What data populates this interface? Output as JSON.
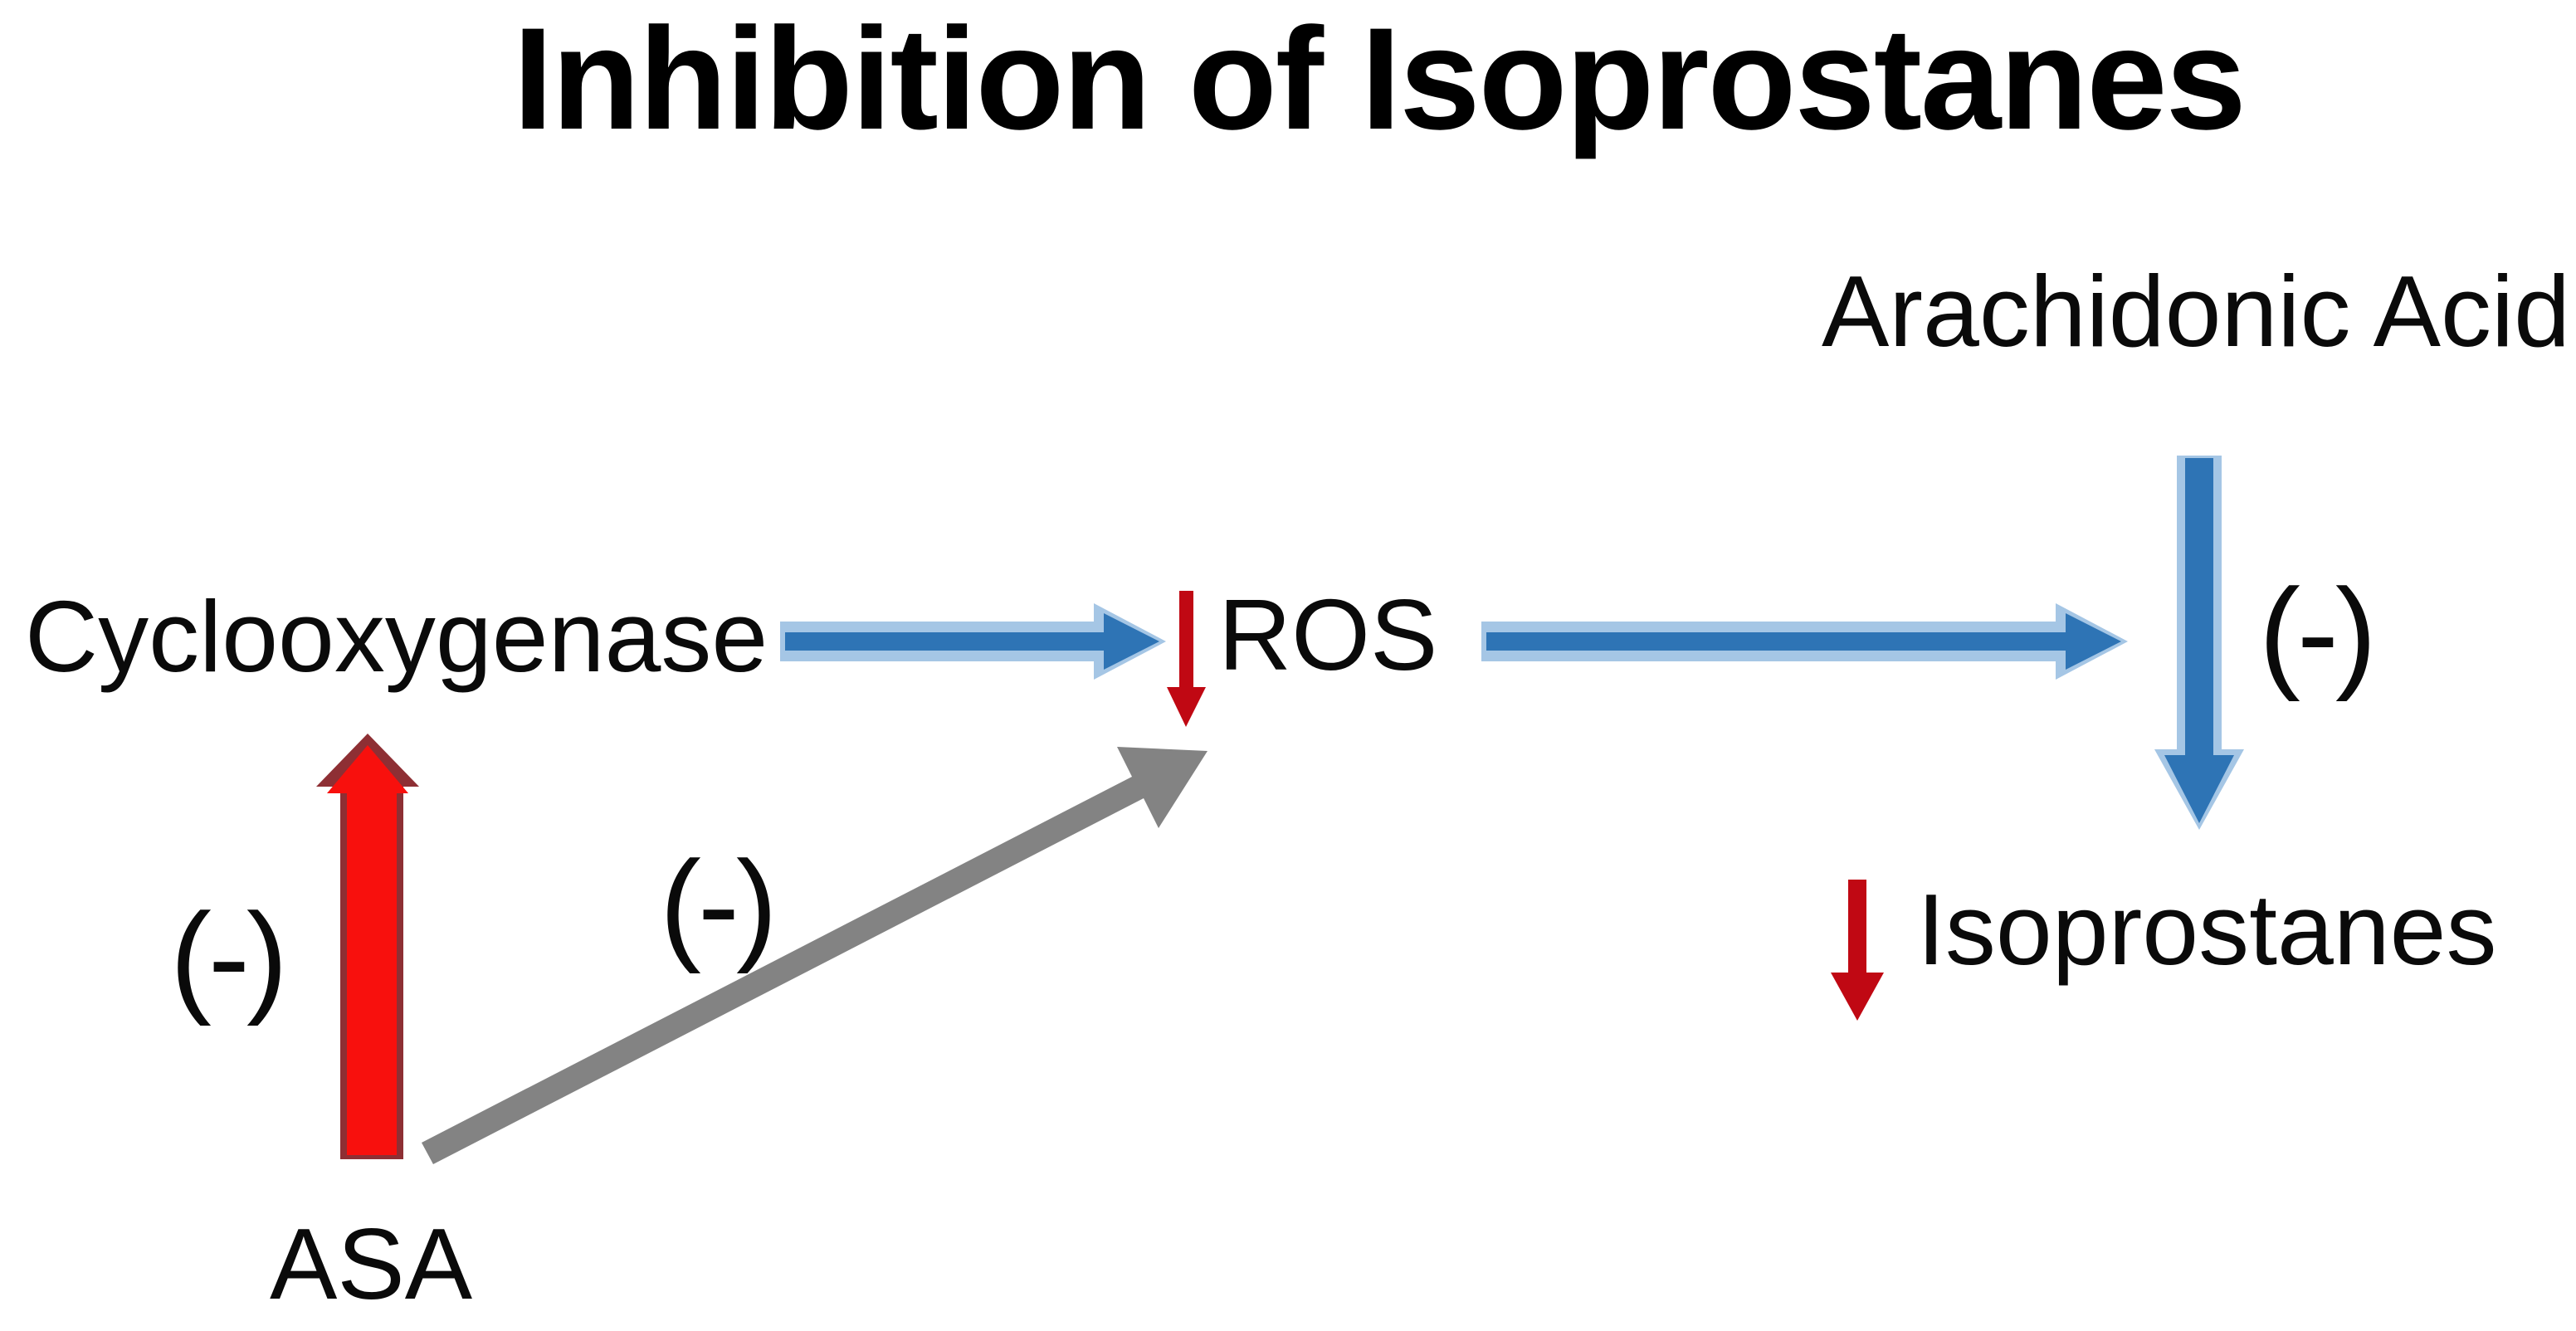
{
  "title": "Inhibition of Isoprostanes",
  "nodes": {
    "cyclooxygenase": "Cyclooxygenase",
    "ros": "ROS",
    "arachidonic_acid": "Arachidonic Acid",
    "isoprostanes": "Isoprostanes",
    "asa": "ASA"
  },
  "inhibition_marks": {
    "asa_to_cyclooxygenase": "(-)",
    "asa_to_ros": "(-)",
    "arachidonic_to_isoprostanes": "(-)"
  },
  "colors": {
    "background": "#FFFFFF",
    "text": "#0A0A0A",
    "blue": "#2E74B5",
    "blue_halo": "#A5C6E5",
    "red_bright": "#F8100D",
    "red_dark": "#8E2F34",
    "red_small": "#C00813",
    "gray": "#838383"
  },
  "arrows": [
    {
      "id": "cox-to-ros",
      "from": "Cyclooxygenase",
      "to": "ROS",
      "color_key": "blue",
      "direction": "right"
    },
    {
      "id": "ros-to-isoprostanes",
      "from": "ROS",
      "to": "Isoprostanes",
      "color_key": "blue",
      "direction": "right"
    },
    {
      "id": "arachidonic-down",
      "from": "Arachidonic Acid",
      "to": "Isoprostanes",
      "color_key": "blue",
      "direction": "down"
    },
    {
      "id": "asa-to-cyclooxygenase",
      "from": "ASA",
      "to": "Cyclooxygenase",
      "color_key": "red_bright",
      "direction": "up"
    },
    {
      "id": "asa-to-ros",
      "from": "ASA",
      "to": "ROS",
      "color_key": "gray",
      "direction": "up-right"
    },
    {
      "id": "ros-decrease",
      "at": "ROS",
      "color_key": "red_small",
      "direction": "down"
    },
    {
      "id": "isoprostanes-decrease",
      "at": "Isoprostanes",
      "color_key": "red_small",
      "direction": "down"
    }
  ]
}
